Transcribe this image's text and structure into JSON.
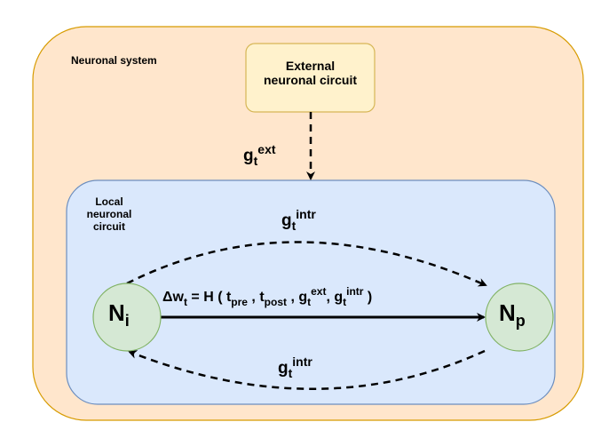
{
  "diagram": {
    "type": "flow-diagram",
    "colors": {
      "neuronal_system_fill": "#FFE6CC",
      "neuronal_system_stroke": "#D79B00",
      "external_fill": "#FFF2CC",
      "external_stroke": "#D6B656",
      "local_fill": "#DAE8FC",
      "local_stroke": "#6C8EBF",
      "node_fill": "#D5E8D4",
      "node_stroke": "#82B366",
      "edge": "#000000"
    },
    "containers": {
      "neuronal_system": {
        "label": "Neuronal system"
      },
      "external_circuit": {
        "label_line1": "External",
        "label_line2": "neuronal circuit"
      },
      "local_circuit": {
        "label_line1": "Local",
        "label_line2": "neuronal",
        "label_line3": "circuit"
      }
    },
    "nodes": {
      "pre": {
        "base": "N",
        "sub": "i"
      },
      "post": {
        "base": "N",
        "sub": "p"
      }
    },
    "edges": {
      "external_signal": {
        "base": "g",
        "sub": "t",
        "sup": "ext",
        "style": "dashed",
        "from": "external_circuit",
        "to": "local_circuit"
      },
      "intrinsic_forward": {
        "base": "g",
        "sub": "t",
        "sup": "intr",
        "style": "dashed",
        "from": "N_i",
        "to": "N_p"
      },
      "intrinsic_backward": {
        "base": "g",
        "sub": "t",
        "sup": "intr",
        "style": "dashed",
        "from": "N_p",
        "to": "N_i"
      },
      "weight_update": {
        "style": "solid",
        "from": "N_i",
        "to": "N_p",
        "formula": {
          "delta": "Δw",
          "delta_sub": "t",
          "eq": " = H ( ",
          "t1": "t",
          "t1_sub": "pre",
          "sep1": " , ",
          "t2": "t",
          "t2_sub": "post",
          "sep2": " , ",
          "g1": "g",
          "g1_sub": "t",
          "g1_sup": "ext",
          "sep3": ", ",
          "g2": "g",
          "g2_sub": "t",
          "g2_sup": "intr",
          "close": " )"
        }
      }
    }
  }
}
